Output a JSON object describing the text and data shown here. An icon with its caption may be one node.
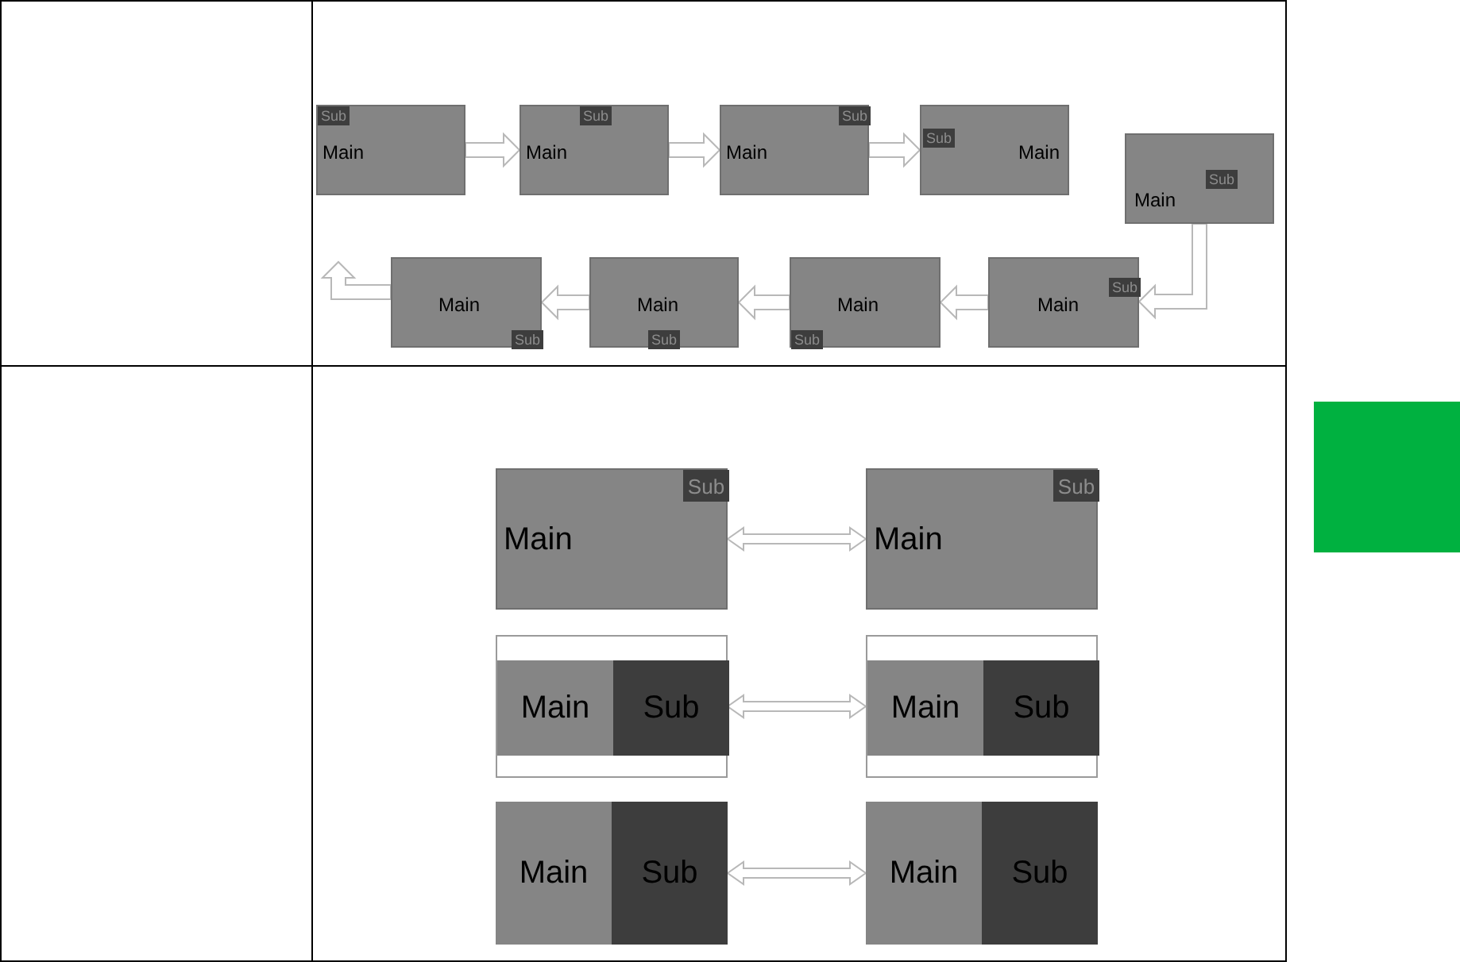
{
  "diagram": {
    "nodes": [
      {
        "text": [
          "Main"
        ]
      },
      {
        "text": [
          "Sub"
        ],
        "in": 0
      },
      {
        "text": [
          "Main"
        ]
      },
      {
        "text": [
          "Sub"
        ],
        "in": 2
      },
      {
        "text": [
          "Main"
        ]
      },
      {
        "text": [
          "Sub"
        ],
        "in": 4
      },
      {
        "text": [
          "Main"
        ]
      },
      {
        "text": [
          "Sub"
        ],
        "in": 6
      },
      {
        "text": [
          "Main"
        ]
      },
      {
        "text": [
          "Sub"
        ],
        "in": 8
      },
      {
        "text": [
          "Main"
        ]
      },
      {
        "text": [
          "Sub"
        ],
        "in": 10
      },
      {
        "text": [
          "Main"
        ]
      },
      {
        "text": [
          "Sub"
        ],
        "in": 12
      },
      {
        "text": [
          "Main"
        ]
      },
      {
        "text": [
          "Sub"
        ],
        "in": 14
      },
      {
        "text": [
          "Main"
        ]
      },
      {
        "text": [
          "Sub"
        ],
        "in": 16
      },
      {
        "text": [
          "Main"
        ]
      },
      {
        "text": [
          "Sub"
        ],
        "in": 18
      },
      {
        "text": [
          "Main"
        ]
      },
      {
        "text": [
          "Sub"
        ],
        "in": 20
      },
      {
        "text": [],
        "shape": "box"
      },
      {
        "text": [
          "Main"
        ],
        "in": 22
      },
      {
        "text": [
          "Sub"
        ],
        "in": 22
      },
      {
        "text": [],
        "shape": "box"
      },
      {
        "text": [
          "Main"
        ],
        "in": 25
      },
      {
        "text": [
          "Sub"
        ],
        "in": 25
      },
      {
        "text": [],
        "shape": "box"
      },
      {
        "text": [
          "Main"
        ],
        "in": 28
      },
      {
        "text": [
          "Sub"
        ],
        "in": 28
      },
      {
        "text": [],
        "shape": "box"
      },
      {
        "text": [
          "Main"
        ],
        "in": 31
      },
      {
        "text": [
          "Sub"
        ],
        "in": 31
      },
      {
        "text": [],
        "shape": "box"
      }
    ],
    "edges": [
      {
        "from": 0,
        "to": 2,
        "arrow": "to"
      },
      {
        "from": 2,
        "to": 4,
        "arrow": "to"
      },
      {
        "from": 4,
        "to": 6,
        "arrow": "to"
      },
      {
        "from": 8,
        "to": 10,
        "arrow": "to"
      },
      {
        "from": 10,
        "to": 12,
        "arrow": "to"
      },
      {
        "from": 12,
        "to": 14,
        "arrow": "to"
      },
      {
        "from": 14,
        "to": 16,
        "arrow": "to"
      },
      {
        "from": 16,
        "to": null,
        "arrow": "to"
      },
      {
        "from": 18,
        "to": 20,
        "arrow": "both"
      },
      {
        "from": 22,
        "to": 25,
        "arrow": "both"
      },
      {
        "from": 28,
        "to": 31,
        "arrow": "both"
      }
    ]
  }
}
